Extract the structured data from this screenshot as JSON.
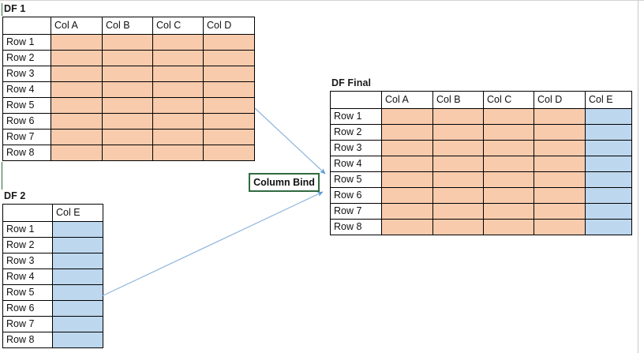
{
  "diagram": {
    "title_hidden": "Column bind of two data frames",
    "colors": {
      "fill_orange": "#F8CBAD",
      "fill_blue": "#BDD7EE",
      "border_black": "#000000",
      "accent_green": "#2F6B3F",
      "connector_blue": "#7FA8D4"
    }
  },
  "df1": {
    "title": "DF 1",
    "corner_header": "",
    "columns": [
      "Col A",
      "Col B",
      "Col C",
      "Col D"
    ],
    "rows": [
      "Row 1",
      "Row 2",
      "Row 3",
      "Row 4",
      "Row 5",
      "Row 6",
      "Row 7",
      "Row 8"
    ],
    "cell_fill": "orange"
  },
  "df2": {
    "title": "DF 2",
    "corner_header": "",
    "columns": [
      "Col E"
    ],
    "rows": [
      "Row 1",
      "Row 2",
      "Row 3",
      "Row 4",
      "Row 5",
      "Row 6",
      "Row 7",
      "Row 8"
    ],
    "cell_fill": "blue"
  },
  "df_final": {
    "title": "DF Final",
    "corner_header": "",
    "columns": [
      "Col A",
      "Col B",
      "Col C",
      "Col D",
      "Col E"
    ],
    "column_fills": [
      "orange",
      "orange",
      "orange",
      "orange",
      "blue"
    ],
    "rows": [
      "Row 1",
      "Row 2",
      "Row 3",
      "Row 4",
      "Row 5",
      "Row 6",
      "Row 7",
      "Row 8"
    ]
  },
  "operation": {
    "label": "Column Bind"
  },
  "connectors": [
    {
      "name": "df1-to-column-bind",
      "from": "DF 1",
      "to": "Column Bind"
    },
    {
      "name": "df2-to-column-bind",
      "from": "DF 2",
      "to": "Column Bind"
    }
  ]
}
